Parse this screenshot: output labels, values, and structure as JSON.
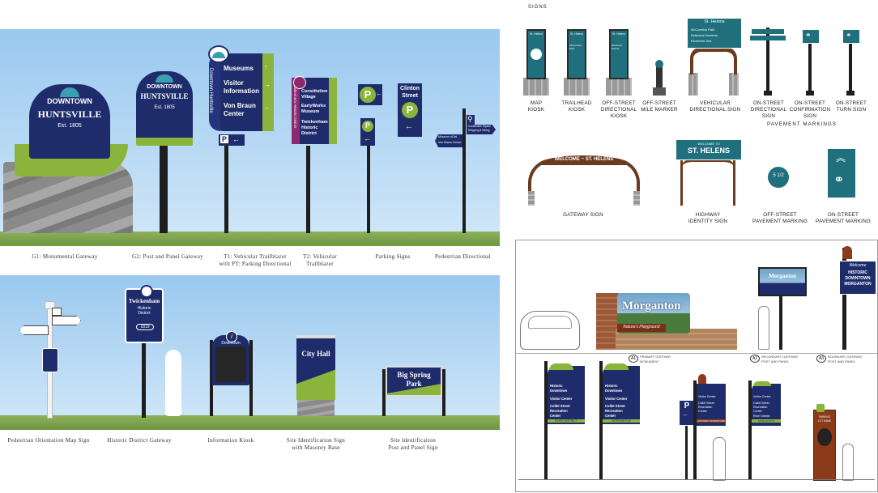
{
  "left_top": {
    "captions": [
      "G1: Monumental Gateway",
      "G2: Post and Panel Gateway",
      "T1: Vehicular Trailblazer",
      "with PT: Parking Directional",
      "T2: Vehicular",
      "Trailblazer",
      "Parking Signs",
      "Pedestrian Directional"
    ],
    "g1": {
      "line1": "DOWNTOWN",
      "line2": "HUNTSVILLE",
      "line3": "Est. 1805"
    },
    "g2": {
      "line1": "DOWNTOWN",
      "line2": "HUNTSVILLE",
      "line3": "Est. 1805"
    },
    "t1": {
      "vert": "Downtown Huntsville",
      "items": [
        "Museums",
        "Visitor",
        "Information",
        "Von Braun",
        "Center"
      ],
      "p": "P"
    },
    "t2": {
      "vert": "Twickenham Historic District",
      "items": [
        "Constitution",
        "Village",
        "EarlyWorks",
        "Museum",
        "Twickenham",
        "Historic",
        "District"
      ]
    },
    "parking": {
      "p": "P",
      "l1": "Clinton",
      "l2": "Street"
    },
    "ped": {
      "a": "Museum of Art",
      "b": "Von Braun Center",
      "c": "Constitution Square",
      "d": "Shopping & Dining"
    }
  },
  "left_bottom": {
    "captions": [
      "Pedestrian Orientation Map Sign",
      "Historic District Gateway",
      "Information Kiosk",
      "Site Identification Sign",
      "with Masonry Base",
      "Site Identification",
      "Post and Panel Sign"
    ],
    "historic": {
      "l1": "Twickenham",
      "l2": "Historic",
      "l3": "District",
      "l4": "1819"
    },
    "kiosk": {
      "i": "i",
      "l1": "Downtown"
    },
    "cityhall": "City Hall",
    "bigspring": {
      "l1": "Big Spring",
      "l2": "Park"
    }
  },
  "right_top": {
    "header": "SIGNS",
    "markings_header": "PAVEMENT MARKINGS",
    "captions": [
      [
        "MAP",
        "KIOSK"
      ],
      [
        "TRAILHEAD",
        "KIOSK"
      ],
      [
        "OFF-STREET",
        "DIRECTIONAL",
        "KIOSK"
      ],
      [
        "OFF-STREET",
        "MILE MARKER"
      ],
      [
        "VEHICULAR",
        "DIRECTIONAL SIGN"
      ],
      [
        "ON-STREET",
        "DIRECTIONAL",
        "SIGN"
      ],
      [
        "ON-STREET",
        "CONFIRMATION",
        "SIGN"
      ],
      [
        "ON-STREET",
        "TURN SIGN"
      ]
    ],
    "bottom_captions": [
      [
        "GATEWAY SIGN"
      ],
      [
        "HIGHWAY",
        "IDENTITY SIGN"
      ],
      [
        "OFF-STREET",
        "PAVEMENT MARKING"
      ],
      [
        "ON-STREET",
        "PAVEMENT MARKING"
      ]
    ],
    "kiosk_title": "St. Helens",
    "trail_sub": "McCormick Park",
    "offstreet_sub": "Riverfront District",
    "vds": {
      "title": "St. Helens",
      "items": [
        "McCormick Park",
        "Botanical Gardens",
        "Riverfront Dist"
      ]
    },
    "gateway": "WELCOME ~ ST. HELENS",
    "highway": {
      "l1": "WELCOME TO",
      "l2": "ST. HELENS"
    },
    "mile": "5 1/2"
  },
  "right_bottom": {
    "morganton": "Morganton",
    "tagline": "Nature's Playground",
    "secondary": "Morganton",
    "welcome": {
      "l1": "Welcome",
      "l2": "HISTORIC",
      "l3": "DOWNTOWN",
      "l4": "MORGANTON"
    },
    "labels": [
      [
        "A1",
        "PRIMARY GATEWAY",
        "MONUMENT"
      ],
      [
        "A2",
        "SECONDARY GATEWAY",
        "POST AND PANEL"
      ],
      [
        "A3",
        "BOUNDARY GATEWAY",
        "POST AND PANEL"
      ]
    ],
    "dir1": {
      "items": [
        "Historic",
        "Downtown",
        "Visitor Center",
        "Collet Street",
        "Recreation",
        "Center"
      ],
      "footer": "RIVER DISTRICT"
    },
    "dir2": {
      "items": [
        "Historic",
        "Downtown",
        "Visitor Center",
        "Collet Street",
        "Recreation",
        "Center"
      ],
      "footer": "MORGANTON"
    },
    "dir3": {
      "items": [
        "Visitor Center",
        "Collet Street",
        "Recreation",
        "Center"
      ],
      "footer": "HISTORIC DOWNTOWN"
    },
    "dir4": {
      "items": [
        "Visitor Center",
        "Collet Street",
        "Recreation",
        "Center",
        "River District"
      ],
      "footer": "MORGANTON"
    },
    "parking": "P",
    "lot": {
      "l1": "PARKING",
      "l2": "LOT NAME"
    }
  }
}
